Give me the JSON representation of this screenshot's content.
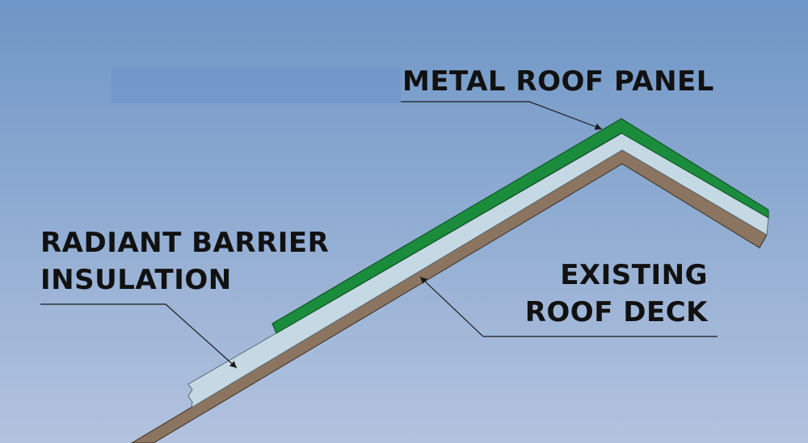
{
  "labels": {
    "metal_roof_panel": "METAL ROOF PANEL",
    "radiant_barrier": [
      "RADIANT BARRIER",
      "INSULATION"
    ],
    "existing_roof_deck": [
      "EXISTING",
      "ROOF DECK"
    ]
  },
  "colors": {
    "sky_top": "#6e96c6",
    "sky_bottom": "#b3c3df",
    "metal_panel": "#1a8c3c",
    "insulation": "#c4d9e3",
    "roof_deck": "#8b7560",
    "leader": "#1a1a1a"
  }
}
